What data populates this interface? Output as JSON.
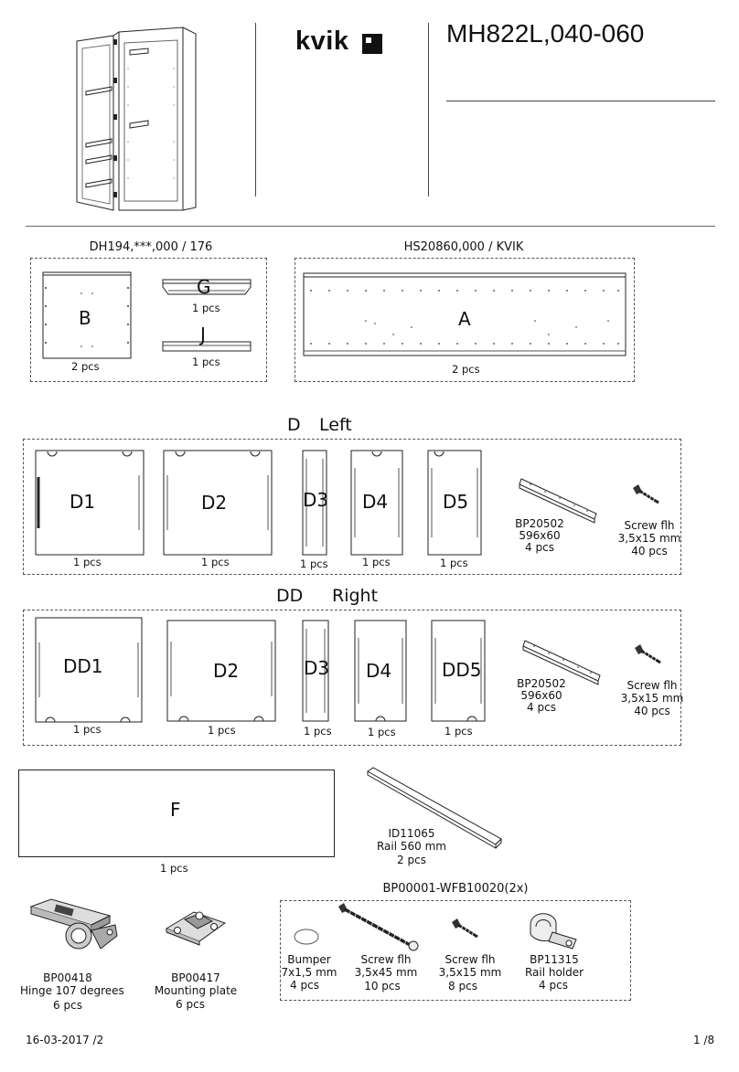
{
  "header": {
    "brand": "kvik",
    "model": "MH822L,040-060"
  },
  "kits": {
    "left_kit": "DH194,***,000 / 176",
    "right_kit": "HS20860,000 / KVIK"
  },
  "top_parts": {
    "B": {
      "label": "B",
      "qty": "2 pcs"
    },
    "G": {
      "label": "G",
      "qty": "1 pcs"
    },
    "J": {
      "label": "J",
      "qty": "1 pcs"
    },
    "A": {
      "label": "A",
      "qty": "2 pcs"
    }
  },
  "section_d": {
    "code": "D",
    "side": "Left",
    "parts": [
      {
        "label": "D1",
        "qty": "1 pcs"
      },
      {
        "label": "D2",
        "qty": "1 pcs"
      },
      {
        "label": "D3",
        "qty": "1 pcs"
      },
      {
        "label": "D4",
        "qty": "1 pcs"
      },
      {
        "label": "D5",
        "qty": "1 pcs"
      }
    ],
    "bracket": {
      "code": "BP20502",
      "size": "596x60",
      "qty": "4 pcs"
    },
    "screw": {
      "name": "Screw flh",
      "size": "3,5x15 mm",
      "qty": "40 pcs"
    }
  },
  "section_dd": {
    "code": "DD",
    "side": "Right",
    "parts": [
      {
        "label": "DD1",
        "qty": "1 pcs"
      },
      {
        "label": "D2",
        "qty": "1 pcs"
      },
      {
        "label": "D3",
        "qty": "1 pcs"
      },
      {
        "label": "D4",
        "qty": "1 pcs"
      },
      {
        "label": "DD5",
        "qty": "1 pcs"
      }
    ],
    "bracket": {
      "code": "BP20502",
      "size": "596x60",
      "qty": "4 pcs"
    },
    "screw": {
      "name": "Screw flh",
      "size": "3,5x15 mm",
      "qty": "40 pcs"
    }
  },
  "shelf_f": {
    "label": "F",
    "qty": "1 pcs"
  },
  "rail": {
    "code": "ID11065",
    "name": "Rail 560 mm",
    "qty": "2 pcs"
  },
  "hardware": {
    "bag_title": "BP00001-WFB10020(2x)",
    "hinge": {
      "code": "BP00418",
      "name": "Hinge 107 degrees",
      "qty": "6 pcs"
    },
    "mounting_plate": {
      "code": "BP00417",
      "name": "Mounting plate",
      "qty": "6 pcs"
    },
    "bumper": {
      "name": "Bumper",
      "size": "7x1,5 mm",
      "qty": "4 pcs"
    },
    "screw_long": {
      "name": "Screw flh",
      "size": "3,5x45 mm",
      "qty": "10 pcs"
    },
    "screw_short": {
      "name": "Screw flh",
      "size": "3,5x15 mm",
      "qty": "8 pcs"
    },
    "rail_holder": {
      "code": "BP11315",
      "name": "Rail holder",
      "qty": "4 pcs"
    }
  },
  "footer": {
    "date": "16-03-2017 /2",
    "page": "1 /8"
  }
}
